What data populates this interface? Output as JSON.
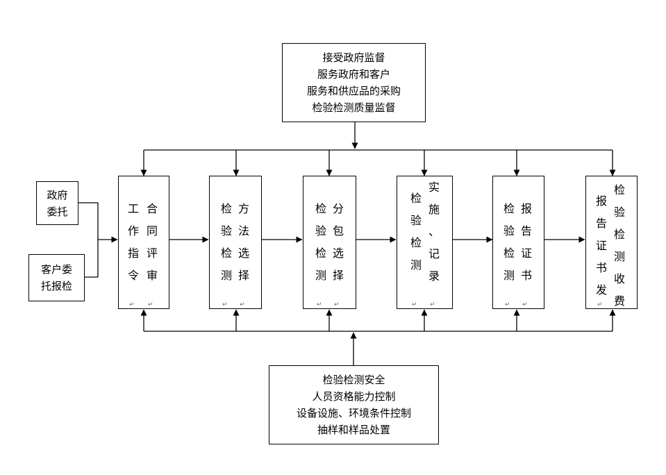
{
  "top_box": {
    "lines": [
      "接受政府监督",
      "服务政府和客户",
      "服务和供应品的采购",
      "检验检测质量监督"
    ]
  },
  "bottom_box": {
    "lines": [
      "检验检测安全",
      "人员资格能力控制",
      "设备设施、环境条件控制",
      "抽样和样品处置"
    ]
  },
  "inputs": {
    "gov": {
      "lines": [
        "政府",
        "委托"
      ]
    },
    "client": {
      "lines": [
        "客户委",
        "托报检"
      ]
    }
  },
  "steps": [
    {
      "col1": "工作指令",
      "col2": "合同评审"
    },
    {
      "col1": "检验检测",
      "col2": "方法选择"
    },
    {
      "col1": "检验检测",
      "col2": "分包选择"
    },
    {
      "col1": "检验检测",
      "col2": "实施、记录"
    },
    {
      "col1": "检验检测",
      "col2": "报告证书"
    },
    {
      "col1": "报告证书发",
      "col2": "检验检测收费"
    }
  ]
}
